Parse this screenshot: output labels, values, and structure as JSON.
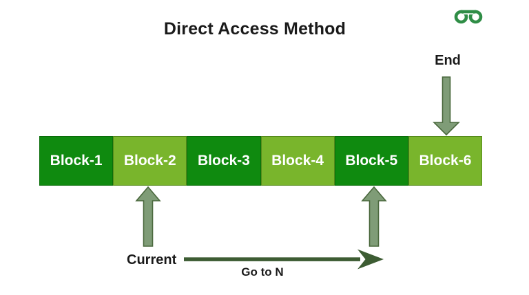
{
  "title": "Direct Access Method",
  "logo": {
    "icon": "geeksforgeeks-logo",
    "color": "#2f8d46"
  },
  "diagram": {
    "type": "block-diagram",
    "blocks": [
      {
        "label": "Block-1",
        "shade": "dark"
      },
      {
        "label": "Block-2",
        "shade": "light"
      },
      {
        "label": "Block-3",
        "shade": "dark"
      },
      {
        "label": "Block-4",
        "shade": "light"
      },
      {
        "label": "Block-5",
        "shade": "dark"
      },
      {
        "label": "Block-6",
        "shade": "light"
      }
    ],
    "pointers": {
      "end": {
        "label": "End",
        "target": "Block-6",
        "direction": "down"
      },
      "current": {
        "label": "Current",
        "target": "Block-2",
        "direction": "up"
      },
      "target": {
        "target": "Block-5",
        "direction": "up"
      },
      "goto": {
        "label": "Go to N",
        "from": "Block-2",
        "to": "Block-5",
        "direction": "right"
      }
    },
    "colors": {
      "block_dark": "#0f8a0f",
      "block_light": "#79b52c",
      "block_dark_border": "#0a6e0a",
      "block_light_border": "#578c1c",
      "block_text": "#ffffff",
      "pointer_fill": "#7f9c77",
      "pointer_stroke": "#4a683d",
      "goto_arrow": "#3d5c33",
      "label_text": "#1a1a1a",
      "logo_color": "#2f8d46"
    }
  }
}
